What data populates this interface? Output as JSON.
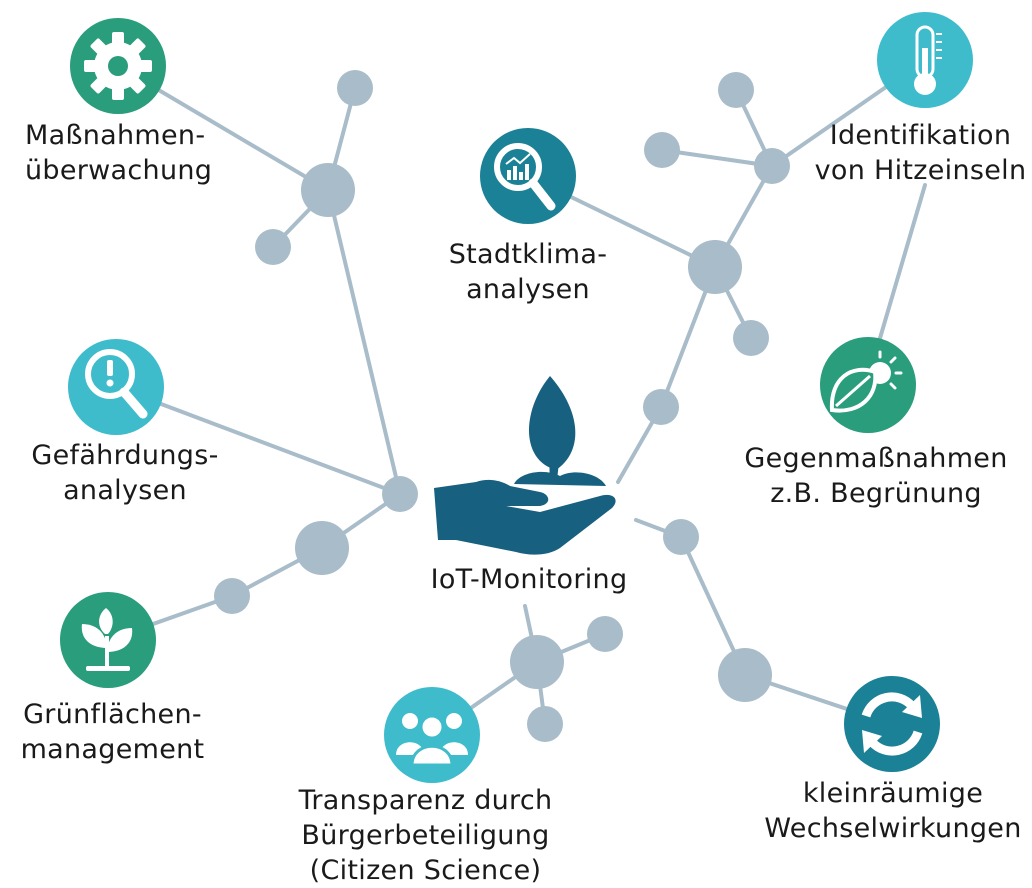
{
  "center": {
    "label": "IoT-Monitoring",
    "icon": "plant-in-hand-icon"
  },
  "topics": [
    {
      "id": "massnahmen",
      "label": "Maßnahmen-\nüberwachung",
      "icon": "gear-icon",
      "color": "#2a9d7c"
    },
    {
      "id": "stadtklima",
      "label": "Stadtklima-\nanalysen",
      "icon": "magnifier-chart-icon",
      "color": "#1b8196"
    },
    {
      "id": "hitzeinseln",
      "label": "Identifikation\nvon Hitzeinseln",
      "icon": "thermometer-icon",
      "color": "#3fbccc"
    },
    {
      "id": "gefaehrdung",
      "label": "Gefährdungs-\nanalysen",
      "icon": "magnifier-exclamation-icon",
      "color": "#3fbccc"
    },
    {
      "id": "gegenmassnahmen",
      "label": "Gegenmaßnahmen\nz.B. Begrünung",
      "icon": "leaf-sun-icon",
      "color": "#2a9d7c"
    },
    {
      "id": "gruenflaechen",
      "label": "Grünflächen-\nmanagement",
      "icon": "sprout-icon",
      "color": "#2a9d7c"
    },
    {
      "id": "transparenz",
      "label": "Transparenz durch\nBürgerbeteiligung\n(Citizen Science)",
      "icon": "people-group-icon",
      "color": "#3fbccc"
    },
    {
      "id": "wechselwirkungen",
      "label": "kleinräumige\nWechselwirkungen",
      "icon": "refresh-arrows-icon",
      "color": "#1b8196"
    }
  ],
  "colors": {
    "node": "#a9bcc9",
    "edge": "#a9bcc9",
    "center_icon": "#17607f"
  }
}
